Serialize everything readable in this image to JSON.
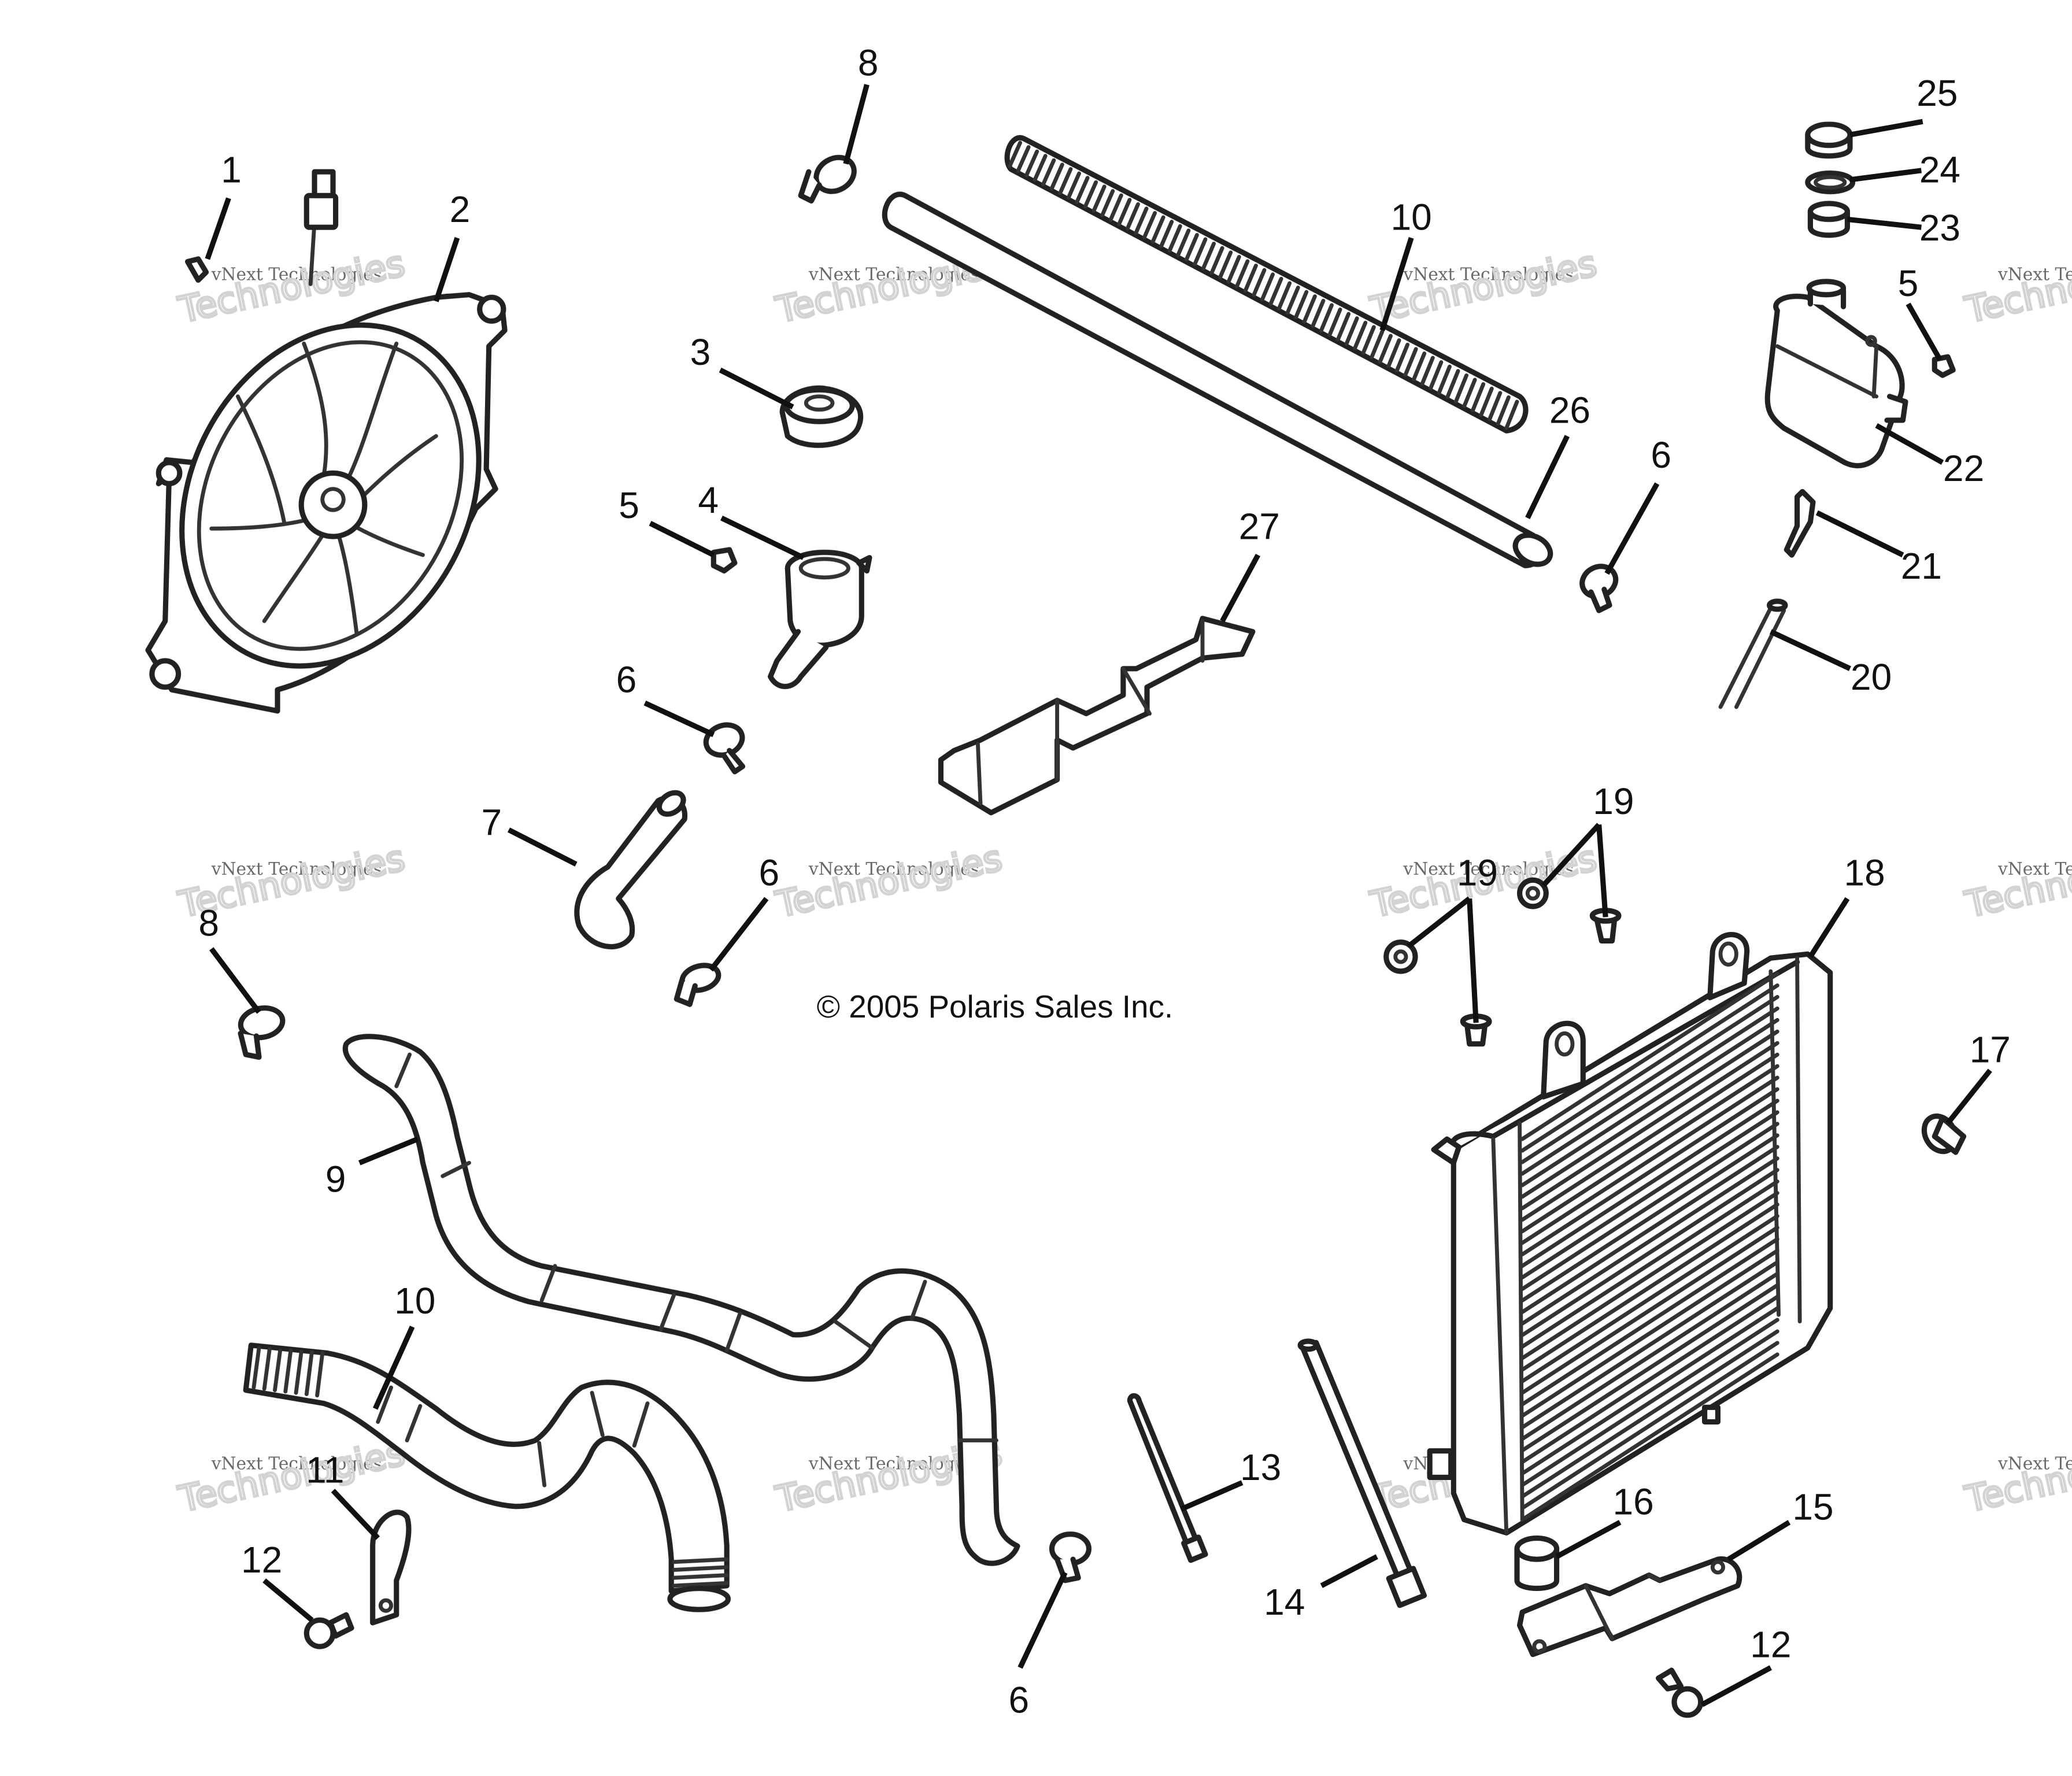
{
  "copyright": "© 2005 Polaris Sales Inc.",
  "watermark": {
    "line1": "vNext Technologies",
    "line2": "Technologies"
  },
  "callouts": [
    {
      "label": "1"
    },
    {
      "label": "2"
    },
    {
      "label": "3"
    },
    {
      "label": "4"
    },
    {
      "label": "5"
    },
    {
      "label": "6"
    },
    {
      "label": "8"
    },
    {
      "label": "10"
    },
    {
      "label": "26"
    },
    {
      "label": "6"
    },
    {
      "label": "25"
    },
    {
      "label": "24"
    },
    {
      "label": "23"
    },
    {
      "label": "5"
    },
    {
      "label": "22"
    },
    {
      "label": "21"
    },
    {
      "label": "20"
    },
    {
      "label": "27"
    },
    {
      "label": "7"
    },
    {
      "label": "6"
    },
    {
      "label": "8"
    },
    {
      "label": "19"
    },
    {
      "label": "19"
    },
    {
      "label": "18"
    },
    {
      "label": "17"
    },
    {
      "label": "9"
    },
    {
      "label": "10"
    },
    {
      "label": "11"
    },
    {
      "label": "12"
    },
    {
      "label": "13"
    },
    {
      "label": "14"
    },
    {
      "label": "16"
    },
    {
      "label": "15"
    },
    {
      "label": "12"
    },
    {
      "label": "6"
    }
  ],
  "icons": {
    "fan": "cooling-fan-icon",
    "radiator": "radiator-icon",
    "hose": "hose-icon",
    "clamp": "hose-clamp-icon",
    "bottle": "coolant-reservoir-icon",
    "cap": "radiator-cap-icon",
    "bolt": "bolt-icon"
  }
}
